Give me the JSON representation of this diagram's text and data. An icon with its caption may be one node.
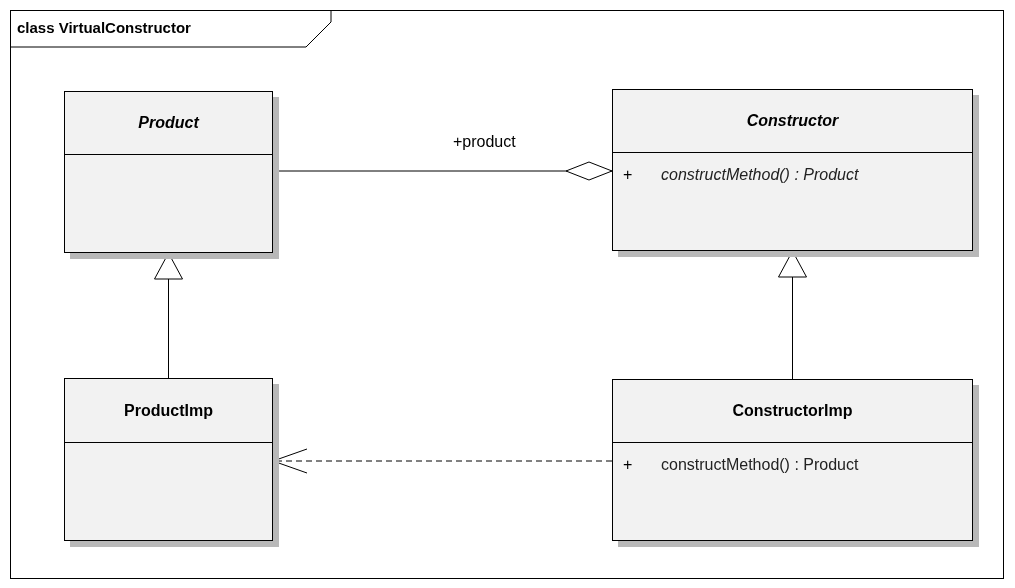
{
  "diagram": {
    "nodes": [
      {
        "text": [
          "class VirtualConstructor"
        ]
      },
      {
        "text": [
          "Product"
        ],
        "in": 0
      },
      {
        "text": [
          "Constructor",
          "+",
          "constructMethod() : Product"
        ],
        "in": 0
      },
      {
        "text": [
          "ProductImp"
        ],
        "in": 0
      },
      {
        "text": [
          "ConstructorImp",
          "+",
          "constructMethod() : Product"
        ],
        "in": 0
      }
    ],
    "edges": [
      {
        "from": 1,
        "to": 2,
        "arrow": "other",
        "label": "+product"
      },
      {
        "from": 3,
        "to": 1,
        "arrow": "to"
      },
      {
        "from": 4,
        "to": 2,
        "arrow": "to"
      },
      {
        "from": 4,
        "to": 3,
        "arrow": "to",
        "style": "dashed"
      }
    ]
  }
}
